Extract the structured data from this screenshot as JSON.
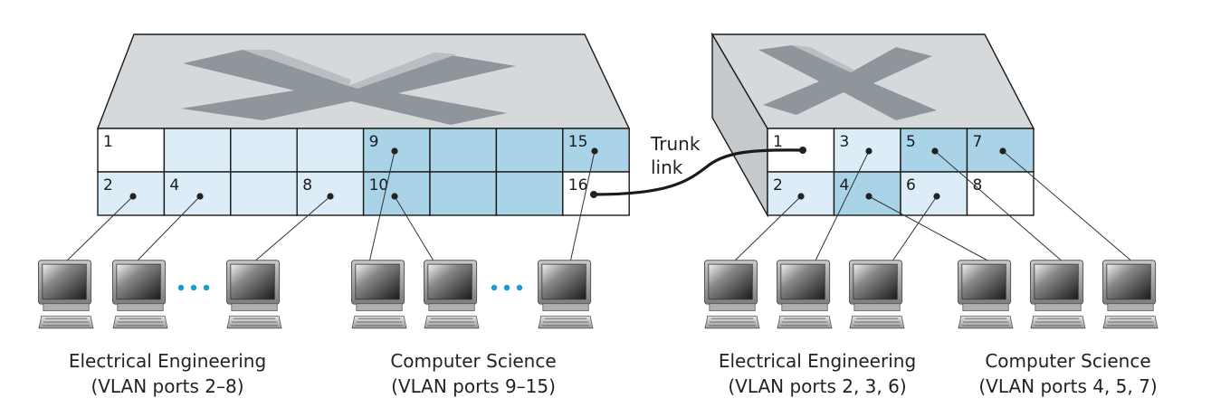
{
  "colors": {
    "port_white": "#ffffff",
    "port_light": "#dcedf7",
    "port_dark": "#a9d3e7",
    "switch_top": "#d6d9dc",
    "switch_side": "#c6c9cc",
    "x_shape": "#8c9499",
    "x_shadow": "#b3b8bc",
    "ellipsis": "#1c9bd1",
    "trunk": "#1a1a1a"
  },
  "left_switch": {
    "icon": "cross-arrows-switch-icon",
    "top_row": [
      {
        "label": "1",
        "vlan": "none"
      },
      {
        "label": "",
        "vlan": "ee"
      },
      {
        "label": "",
        "vlan": "ee"
      },
      {
        "label": "",
        "vlan": "ee"
      },
      {
        "label": "9",
        "vlan": "cs"
      },
      {
        "label": "",
        "vlan": "cs"
      },
      {
        "label": "",
        "vlan": "cs"
      },
      {
        "label": "15",
        "vlan": "cs"
      }
    ],
    "bottom_row": [
      {
        "label": "2",
        "vlan": "ee"
      },
      {
        "label": "4",
        "vlan": "ee"
      },
      {
        "label": "",
        "vlan": "ee"
      },
      {
        "label": "8",
        "vlan": "ee"
      },
      {
        "label": "10",
        "vlan": "cs"
      },
      {
        "label": "",
        "vlan": "cs"
      },
      {
        "label": "",
        "vlan": "cs"
      },
      {
        "label": "16",
        "vlan": "none"
      }
    ]
  },
  "right_switch": {
    "icon": "cross-arrows-switch-icon",
    "top_row": [
      {
        "label": "1",
        "vlan": "none"
      },
      {
        "label": "3",
        "vlan": "ee"
      },
      {
        "label": "5",
        "vlan": "cs"
      },
      {
        "label": "7",
        "vlan": "cs"
      }
    ],
    "bottom_row": [
      {
        "label": "2",
        "vlan": "ee"
      },
      {
        "label": "4",
        "vlan": "cs"
      },
      {
        "label": "6",
        "vlan": "ee"
      },
      {
        "label": "8",
        "vlan": "none"
      }
    ]
  },
  "trunk": {
    "label_line1": "Trunk",
    "label_line2": "link"
  },
  "captions": {
    "left_ee_line1": "Electrical Engineering",
    "left_ee_line2": "(VLAN ports 2–8)",
    "left_cs_line1": "Computer Science",
    "left_cs_line2": "(VLAN ports 9–15)",
    "right_ee_line1": "Electrical Engineering",
    "right_ee_line2": "(VLAN ports 2, 3, 6)",
    "right_cs_line1": "Computer Science",
    "right_cs_line2": "(VLAN ports 4, 5, 7)"
  },
  "hosts": {
    "icon": "desktop-computer-icon",
    "left_ee_count_shown": 3,
    "left_cs_count_shown": 3,
    "right_count_shown": 6
  }
}
